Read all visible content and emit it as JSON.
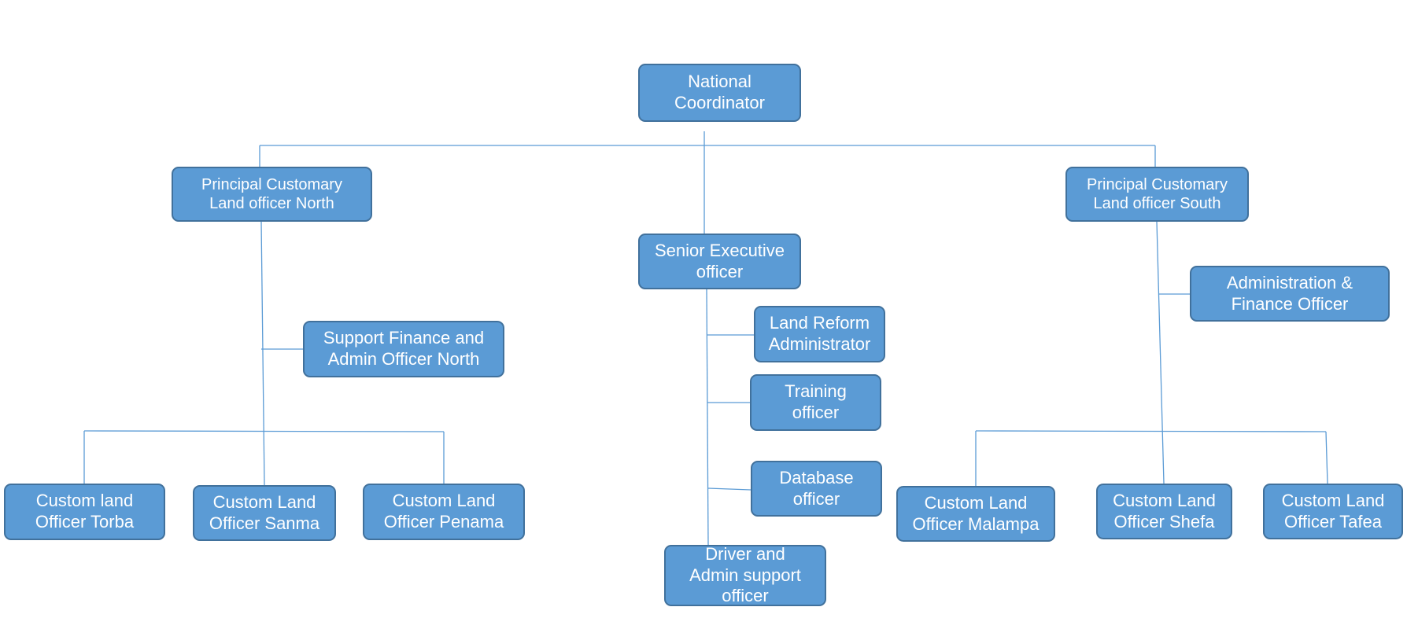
{
  "chart_data": {
    "type": "org-chart",
    "nodes": [
      {
        "id": "national",
        "label": "National\nCoordinator"
      },
      {
        "id": "pclo_north",
        "label": "Principal Customary\nLand officer North"
      },
      {
        "id": "pclo_south",
        "label": "Principal Customary\nLand officer South"
      },
      {
        "id": "seo",
        "label": "Senior Executive\nofficer"
      },
      {
        "id": "sfao_north",
        "label": "Support Finance and\nAdmin Officer North"
      },
      {
        "id": "afo",
        "label": "Administration &\nFinance Officer"
      },
      {
        "id": "lra",
        "label": "Land Reform\nAdministrator"
      },
      {
        "id": "training",
        "label": "Training\nofficer"
      },
      {
        "id": "database",
        "label": "Database\nofficer"
      },
      {
        "id": "driver",
        "label": "Driver and\nAdmin support\nofficer"
      },
      {
        "id": "torba",
        "label": "Custom land\nOfficer Torba"
      },
      {
        "id": "sanma",
        "label": "Custom Land\nOfficer Sanma"
      },
      {
        "id": "penama",
        "label": "Custom Land\nOfficer Penama"
      },
      {
        "id": "malampa",
        "label": "Custom Land\nOfficer Malampa"
      },
      {
        "id": "shefa",
        "label": "Custom Land\nOfficer Shefa"
      },
      {
        "id": "tafea",
        "label": "Custom Land\nOfficer Tafea"
      }
    ],
    "edges": [
      [
        "national",
        "pclo_north"
      ],
      [
        "national",
        "pclo_south"
      ],
      [
        "national",
        "seo"
      ],
      [
        "pclo_north",
        "sfao_north"
      ],
      [
        "pclo_north",
        "torba"
      ],
      [
        "pclo_north",
        "sanma"
      ],
      [
        "pclo_north",
        "penama"
      ],
      [
        "seo",
        "lra"
      ],
      [
        "seo",
        "training"
      ],
      [
        "seo",
        "database"
      ],
      [
        "seo",
        "driver"
      ],
      [
        "pclo_south",
        "afo"
      ],
      [
        "pclo_south",
        "malampa"
      ],
      [
        "pclo_south",
        "shefa"
      ],
      [
        "pclo_south",
        "tafea"
      ]
    ]
  },
  "colors": {
    "box_fill": "#5b9bd5",
    "box_border": "#41719c",
    "connector": "#5b9bd5",
    "text": "#ffffff"
  }
}
